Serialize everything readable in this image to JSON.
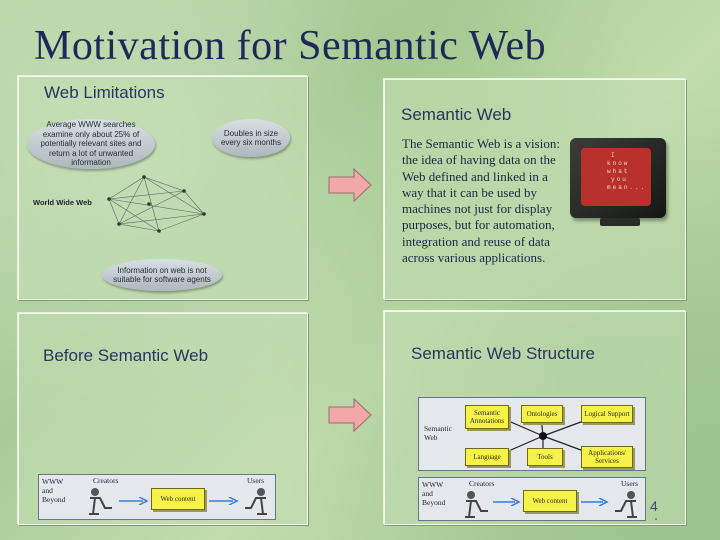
{
  "slide": {
    "title": "Motivation for Semantic Web",
    "page_number": "4"
  },
  "panels": {
    "web_limitations": {
      "title": "Web Limitations",
      "bubble_search": "Average WWW searches examine only about 25% of potentially relevant sites and return a lot of unwanted information",
      "bubble_doubles": "Doubles in size every six months",
      "www_label": "World Wide Web",
      "bubble_agents": "Information on web is not suitable for software agents"
    },
    "semantic_web": {
      "title": "Semantic Web",
      "body": "The Semantic Web is a vision: the idea of having data on the Web defined and linked in a way that it can be used by machines not just for display purposes, but for automation, integration and reuse of data across various applications.",
      "screen_text": [
        "I",
        "know",
        "what",
        "you",
        "mean..."
      ]
    },
    "before_sw": {
      "title": "Before Semantic Web",
      "www_label": [
        "WWW",
        "and",
        "Beyond"
      ],
      "creators": "Creators",
      "users": "Users",
      "web_content": "Web content"
    },
    "sw_structure": {
      "title": "Semantic Web Structure",
      "semantic_web_label": [
        "Semantic",
        "Web"
      ],
      "boxes": {
        "annotations": "Semantic Annotations",
        "ontologies": "Ontologies",
        "logical_support": "Logical Support",
        "language": "Language",
        "tools": "Tools",
        "services": "Applications/ Services"
      },
      "www_label": [
        "WWW",
        "and",
        "Beyond"
      ],
      "creators": "Creators",
      "users": "Users",
      "web_content": "Web content"
    }
  },
  "colors": {
    "title": "#1c2a55",
    "arrow": "#f2a8a8",
    "yellow_box": "#f7f24a",
    "monitor_screen": "#b8322b"
  }
}
